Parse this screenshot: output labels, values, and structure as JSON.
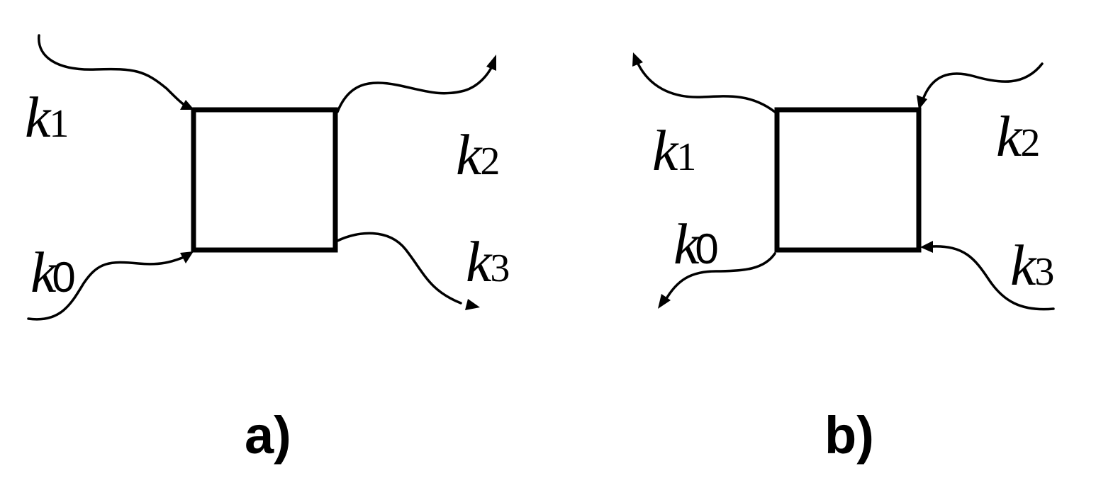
{
  "panels": {
    "a": {
      "caption": "a)",
      "momenta": {
        "k1": {
          "symbol": "k",
          "index": "1"
        },
        "k2": {
          "symbol": "k",
          "index": "2"
        },
        "k3": {
          "symbol": "k",
          "index": "3"
        },
        "k0": {
          "symbol": "k",
          "index": "0"
        }
      }
    },
    "b": {
      "caption": "b)",
      "momenta": {
        "k1": {
          "symbol": "k",
          "index": "1"
        },
        "k2": {
          "symbol": "k",
          "index": "2"
        },
        "k3": {
          "symbol": "k",
          "index": "3"
        },
        "k0": {
          "symbol": "k",
          "index": "0"
        }
      }
    }
  },
  "colors": {
    "ink": "#000000",
    "background": "#ffffff"
  }
}
